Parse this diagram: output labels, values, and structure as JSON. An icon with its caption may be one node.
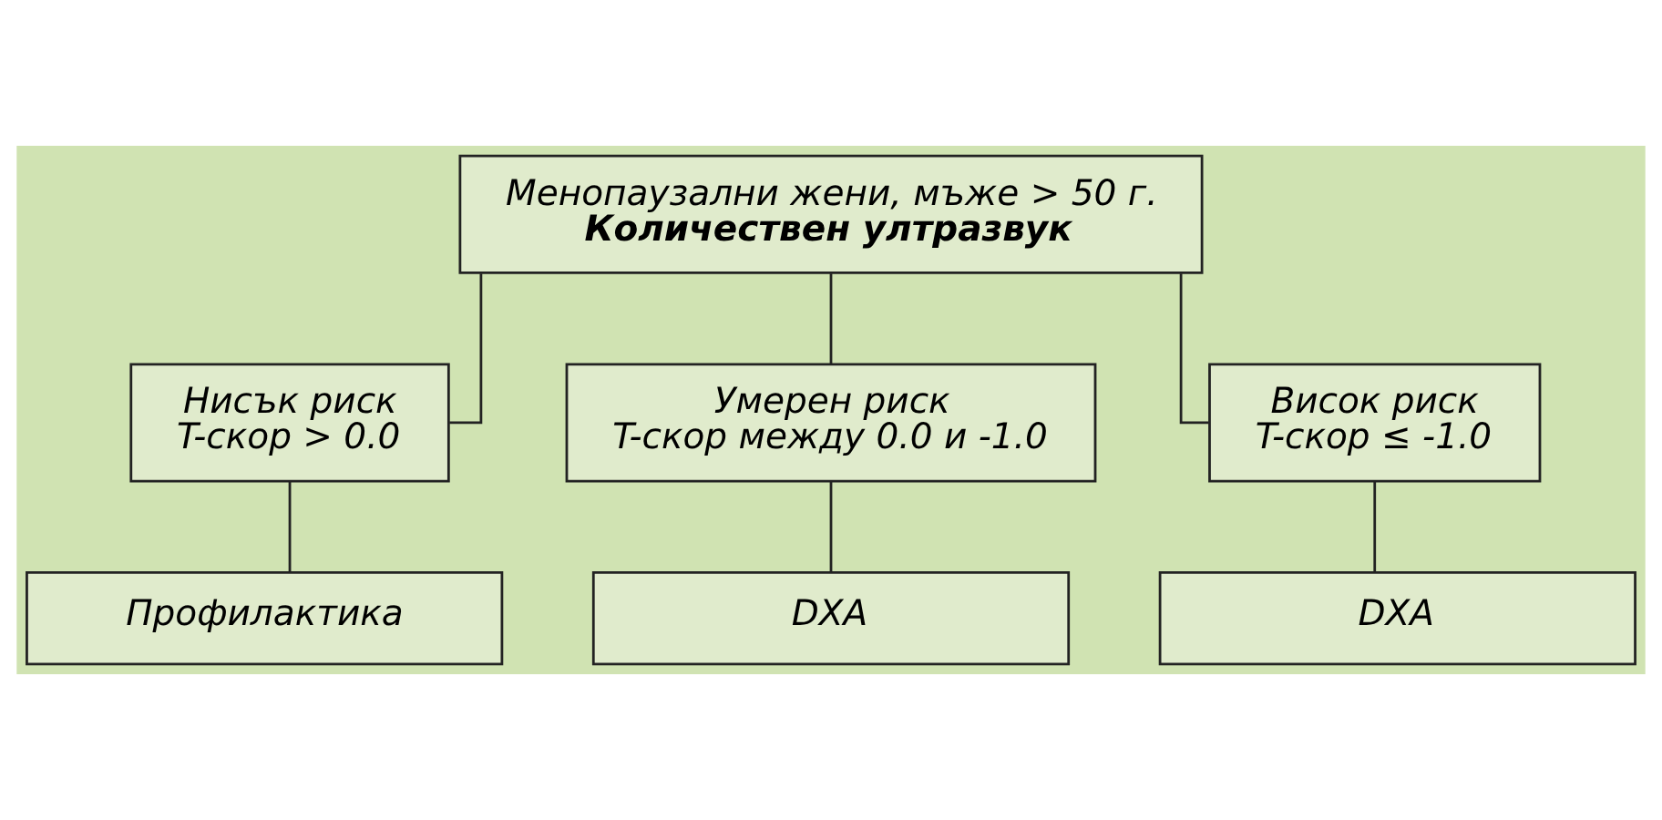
{
  "diagram": {
    "nodes": [
      {
        "text": [
          "Менопаузални жени, мъже > 50 г.",
          "Количествен ултразвук"
        ]
      },
      {
        "text": [
          "Нисък риск",
          "T-скор > 0.0"
        ]
      },
      {
        "text": [
          "Умерен риск",
          "T-скор между 0.0 и -1.0"
        ]
      },
      {
        "text": [
          "Висок риск",
          "T-скор ≤ -1.0"
        ]
      },
      {
        "text": [
          "Профилактика"
        ]
      },
      {
        "text": [
          "DXA"
        ]
      },
      {
        "text": [
          "DXA"
        ]
      }
    ],
    "edges": [
      {
        "from": 0,
        "to": 1,
        "arrow": "none"
      },
      {
        "from": 0,
        "to": 2,
        "arrow": "none"
      },
      {
        "from": 0,
        "to": 3,
        "arrow": "none"
      },
      {
        "from": 1,
        "to": 4,
        "arrow": "none"
      },
      {
        "from": 2,
        "to": 5,
        "arrow": "none"
      },
      {
        "from": 3,
        "to": 6,
        "arrow": "none"
      }
    ]
  }
}
